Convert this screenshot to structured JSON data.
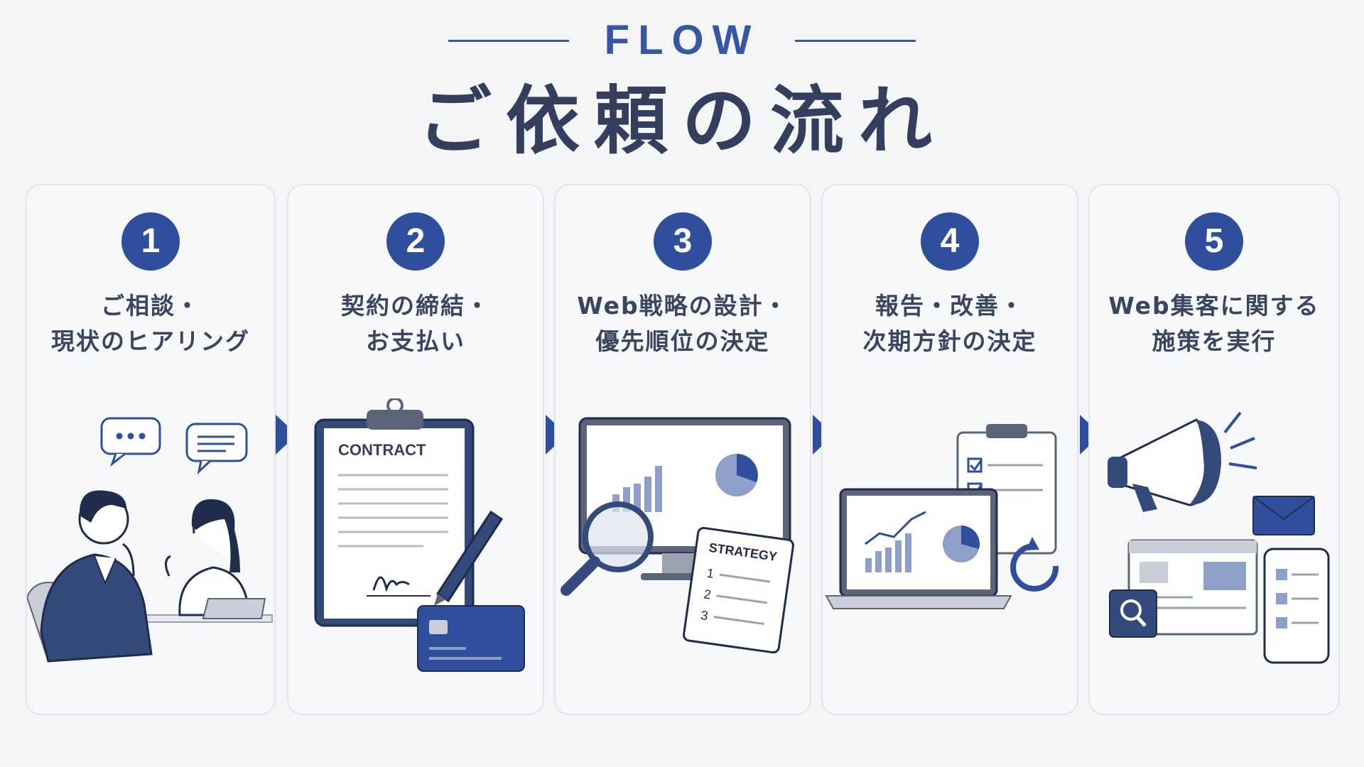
{
  "header": {
    "eyebrow": "FLOW",
    "title": "ご依頼の流れ"
  },
  "colors": {
    "accent": "#2f4f9c",
    "text": "#333f5c",
    "card_bg": "#f7f8fa"
  },
  "steps": [
    {
      "number": "1",
      "title_line1": "ご相談・",
      "title_line2": "現状のヒアリング",
      "icon": "consultation-icon"
    },
    {
      "number": "2",
      "title_line1": "契約の締結・",
      "title_line2": "お支払い",
      "icon": "contract-icon",
      "contract_label": "CONTRACT"
    },
    {
      "number": "3",
      "title_line1": "Web戦略の設計・",
      "title_line2": "優先順位の決定",
      "icon": "strategy-icon",
      "strategy_label": "STRATEGY",
      "list_numbers": [
        "1",
        "2",
        "3"
      ]
    },
    {
      "number": "4",
      "title_line1": "報告・改善・",
      "title_line2": "次期方針の決定",
      "icon": "report-icon"
    },
    {
      "number": "5",
      "title_line1": "Web集客に関する",
      "title_line2": "施策を実行",
      "icon": "marketing-icon"
    }
  ]
}
